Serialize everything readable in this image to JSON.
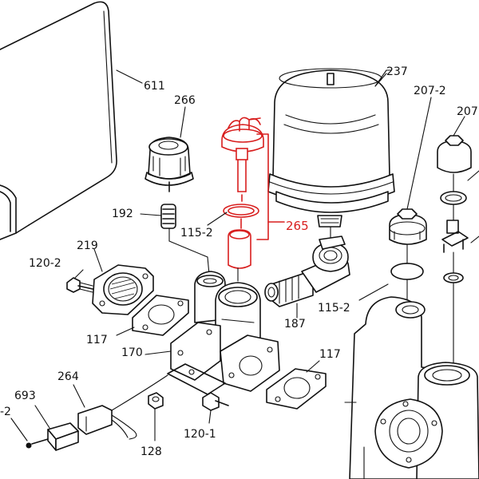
{
  "colors": {
    "line": "#111111",
    "highlight": "#d81e1e",
    "background": "#ffffff"
  },
  "labels": {
    "p611": "611",
    "p266": "266",
    "p237": "237",
    "p207_2": "207-2",
    "p207_cut": "207",
    "p192": "192",
    "p115_2_upper": "115-2",
    "p265": "265",
    "p219": "219",
    "p120_2": "120-2",
    "p117_left": "117",
    "p170": "170",
    "p187": "187",
    "p115_2_lower": "115-2",
    "p117_right": "117",
    "p264": "264",
    "p693": "693",
    "p2_cut": "-2",
    "p128": "128",
    "p120_1": "120-1"
  }
}
